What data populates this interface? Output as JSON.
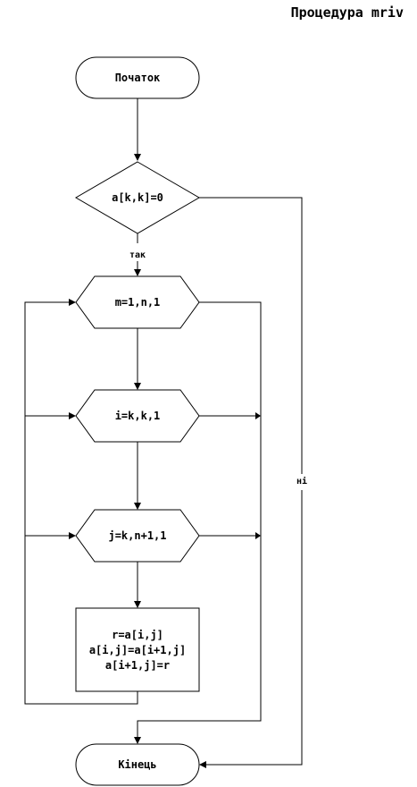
{
  "title": "Процедура mriv",
  "nodes": {
    "start": "Початок",
    "decision": "a[k,k]=0",
    "loop_m": "m=1,n,1",
    "loop_i": "i=k,k,1",
    "loop_j": "j=k,n+1,1",
    "process_line1": "r=a[i,j]",
    "process_line2": "a[i,j]=a[i+1,j]",
    "process_line3": "a[i+1,j]=r",
    "end": "Кінець"
  },
  "edges": {
    "yes_label": "так",
    "no_label": "ні"
  }
}
